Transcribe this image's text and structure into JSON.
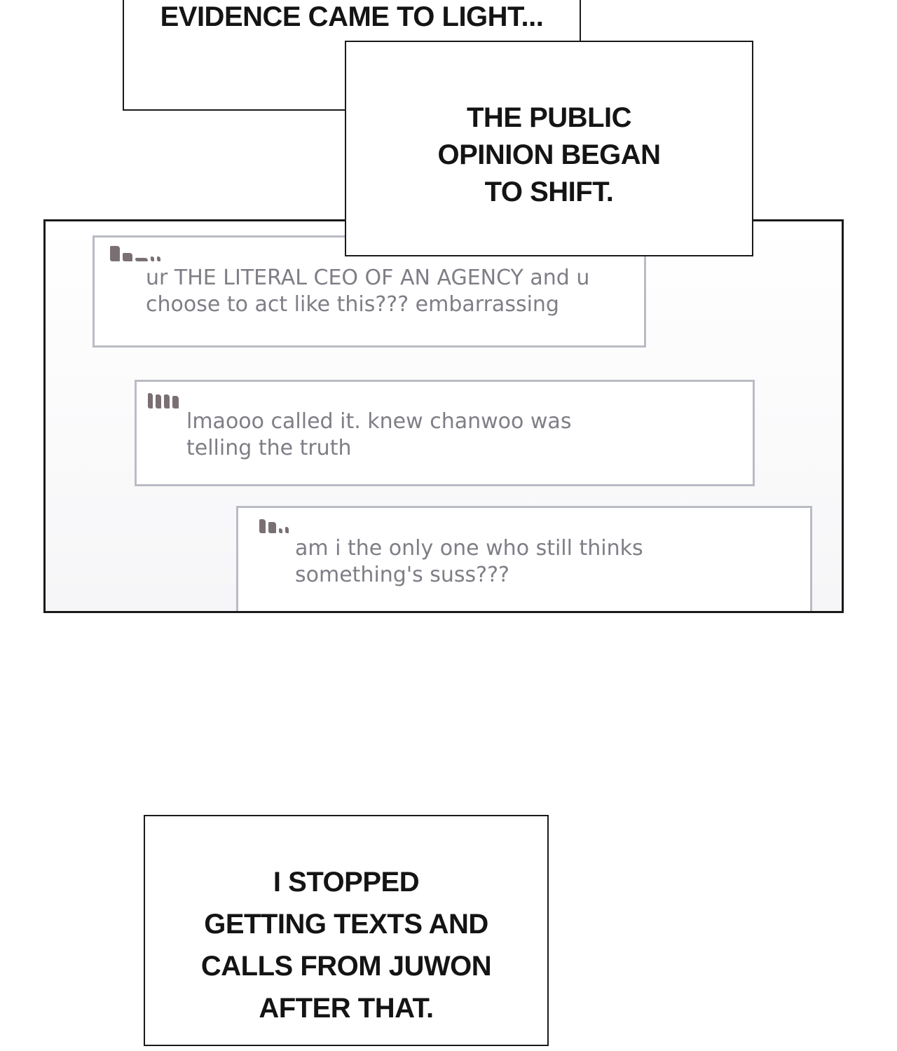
{
  "captions": {
    "evidence": {
      "lines": [
        "EVIDENCE CAME TO LIGHT..."
      ]
    },
    "shift": {
      "lines": [
        "THE PUBLIC",
        "OPINION BEGAN",
        "TO SHIFT."
      ]
    },
    "juwon": {
      "lines": [
        "I STOPPED",
        "GETTING TEXTS AND",
        "CALLS FROM JUWON",
        "AFTER THAT."
      ]
    }
  },
  "comments": [
    {
      "lines": [
        "ur THE LITERAL CEO OF AN AGENCY and u",
        "choose to act like this??? embarrassing"
      ]
    },
    {
      "lines": [
        "lmaooo called it. knew chanwoo was",
        "telling the truth"
      ]
    },
    {
      "lines": [
        "am i the only one who still thinks",
        "something's suss???"
      ]
    }
  ],
  "colors": {
    "caption_text": "#141414",
    "caption_border": "#1a1a1a",
    "comment_border": "#b9bcc4",
    "comment_text": "#7e7e86",
    "censor_blot": "#7a7074"
  }
}
